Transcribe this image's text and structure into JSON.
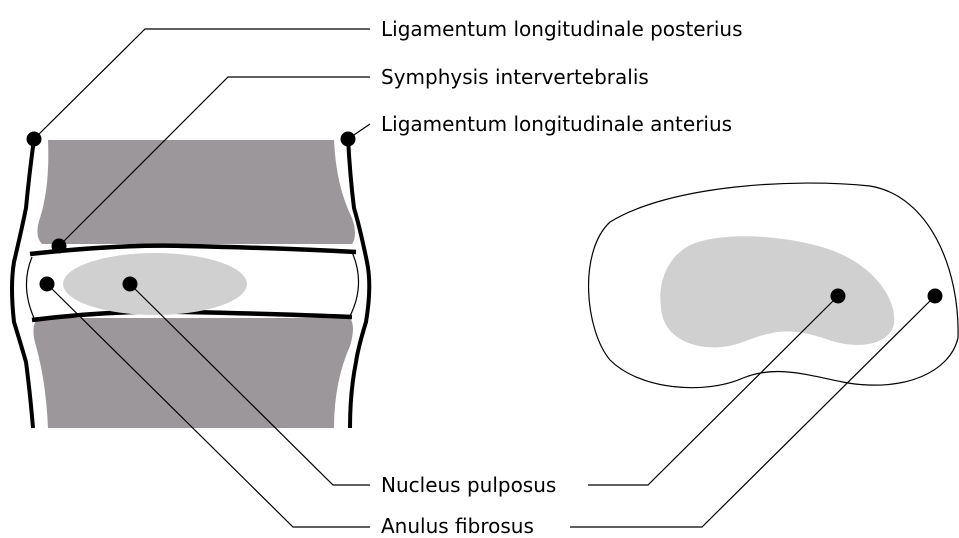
{
  "labels": {
    "lig_posterius": "Ligamentum longitudinale posterius",
    "symphysis": "Symphysis intervertebralis",
    "lig_anterius": "Ligamentum longitudinale anterius",
    "nucleus": "Nucleus pulposus",
    "anulus": "Anulus fibrosus"
  },
  "colors": {
    "vertebra": "#9c979a",
    "nucleus": "#d0d0d0",
    "line": "#000000"
  }
}
